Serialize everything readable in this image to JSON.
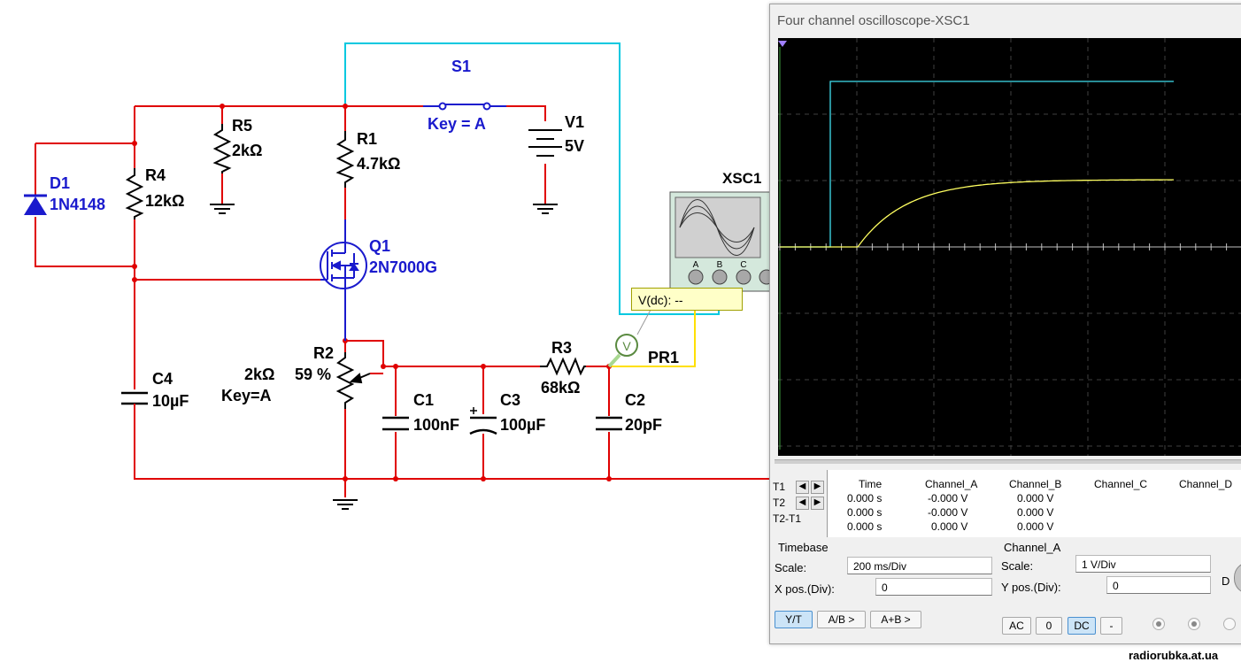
{
  "schematic": {
    "switch": {
      "name": "S1",
      "key": "Key = A"
    },
    "battery": {
      "name": "V1",
      "value": "5V"
    },
    "diode": {
      "name": "D1",
      "part": "1N4148"
    },
    "r4": {
      "name": "R4",
      "value": "12kΩ"
    },
    "r5": {
      "name": "R5",
      "value": "2kΩ"
    },
    "r1": {
      "name": "R1",
      "value": "4.7kΩ"
    },
    "mosfet": {
      "name": "Q1",
      "part": "2N7000G"
    },
    "pot": {
      "name": "R2",
      "value": "2kΩ",
      "percent": "59 %",
      "key": "Key=A"
    },
    "c4": {
      "name": "C4",
      "value": "10µF"
    },
    "c1": {
      "name": "C1",
      "value": "100nF"
    },
    "c3": {
      "name": "C3",
      "value": "100µF"
    },
    "r3": {
      "name": "R3",
      "value": "68kΩ"
    },
    "c2": {
      "name": "C2",
      "value": "20pF"
    },
    "probe": {
      "name": "PR1",
      "symbol": "V",
      "tooltip": "V(dc): --"
    },
    "scope_instrument": {
      "name": "XSC1",
      "inputs": [
        "A",
        "B",
        "C"
      ]
    },
    "colors": {
      "wire": "#e00000",
      "probe_wire": "#00c8e0",
      "probe_sig": "#ffe000",
      "component": "#000000",
      "highlight": "#1a1acd"
    }
  },
  "scope": {
    "title": "Four channel oscilloscope-XSC1",
    "channel_a_color": "#ffff60",
    "channel_b_color": "#40e0f0",
    "readout": {
      "row_labels": [
        "T1",
        "T2",
        "T2-T1"
      ],
      "headers": [
        "Time",
        "Channel_A",
        "Channel_B",
        "Channel_C",
        "Channel_D"
      ],
      "rows": [
        [
          "0.000 s",
          "-0.000 V",
          "0.000 V"
        ],
        [
          "0.000 s",
          "-0.000 V",
          "0.000 V"
        ],
        [
          "0.000 s",
          "0.000 V",
          "0.000 V"
        ]
      ]
    },
    "timebase": {
      "heading": "Timebase",
      "scale_label": "Scale:",
      "scale_value": "200 ms/Div",
      "xpos_label": "X pos.(Div):",
      "xpos_value": "0",
      "buttons": [
        "Y/T",
        "A/B >",
        "A+B >"
      ]
    },
    "channel": {
      "heading": "Channel_A",
      "scale_label": "Scale:",
      "scale_value": "1  V/Div",
      "ypos_label": "Y pos.(Div):",
      "ypos_value": "0",
      "coupling": [
        "AC",
        "0",
        "DC",
        "-"
      ],
      "knob_label": "D"
    }
  },
  "watermark": "radiorubka.at.ua"
}
